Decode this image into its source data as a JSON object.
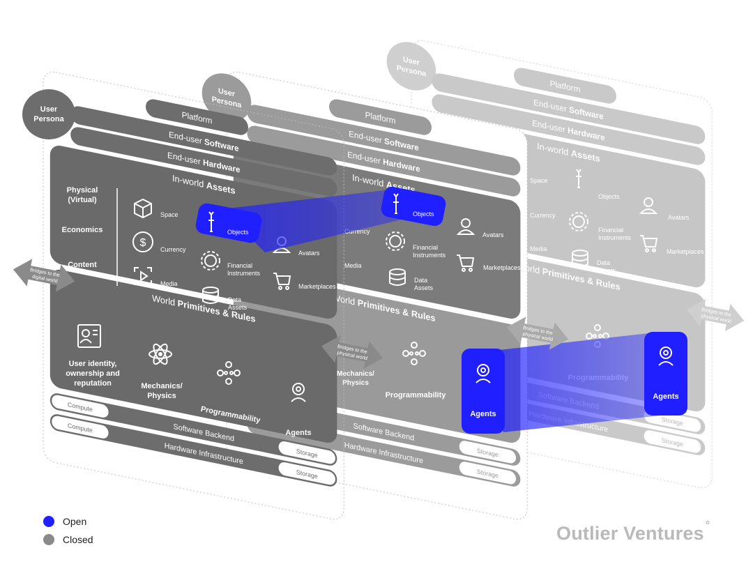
{
  "layers": {
    "user_persona": [
      "User",
      "Persona"
    ],
    "platform": "Platform",
    "software_prefix": "End-user ",
    "software_bold": "Software",
    "hardware_prefix": "End-user ",
    "hardware_bold": "Hardware",
    "assets_prefix": "In-world ",
    "assets_bold": "Assets",
    "rules_prefix": "World ",
    "rules_bold": "Primitives & Rules",
    "software_backend": "Software Backend",
    "hardware_infrastructure": "Hardware Infrastructure",
    "compute": "Compute",
    "storage": "Storage"
  },
  "categories": {
    "physical": [
      "Physical",
      "(Virtual)"
    ],
    "economics": "Economics",
    "content": "Content"
  },
  "assets": {
    "space": "Space",
    "objects": "Objects",
    "avatars": "Avatars",
    "currency": "Currency",
    "financial": [
      "Financial",
      "Instruments"
    ],
    "marketplaces": "Marketplaces",
    "media": "Media",
    "data": [
      "Data",
      "Assets"
    ]
  },
  "primitives": {
    "identity": [
      "User identity,",
      "ownership and",
      "reputation"
    ],
    "mechanics": [
      "Mechanics/",
      "Physics"
    ],
    "programmability": "Programmability",
    "agents": "Agents"
  },
  "bridges": {
    "digital": [
      "Bridges to the",
      "digital world"
    ],
    "physical": [
      "Bridges to the",
      "physical world"
    ]
  },
  "legend": [
    {
      "label": "Open",
      "color": "#1f1fff"
    },
    {
      "label": "Closed",
      "color": "#8a8a8a"
    }
  ],
  "brand": "Outlier Ventures",
  "brand_mark": "°",
  "colors": {
    "open": "#1f1fff",
    "front_panel": "#6a6a6a",
    "front_band": "#6d6d6d",
    "middle_panel": "#7b7b7b",
    "middle_band": "#9b9b9b",
    "back_panel": "#c6c6c6",
    "back_band": "#c9c9c9"
  }
}
